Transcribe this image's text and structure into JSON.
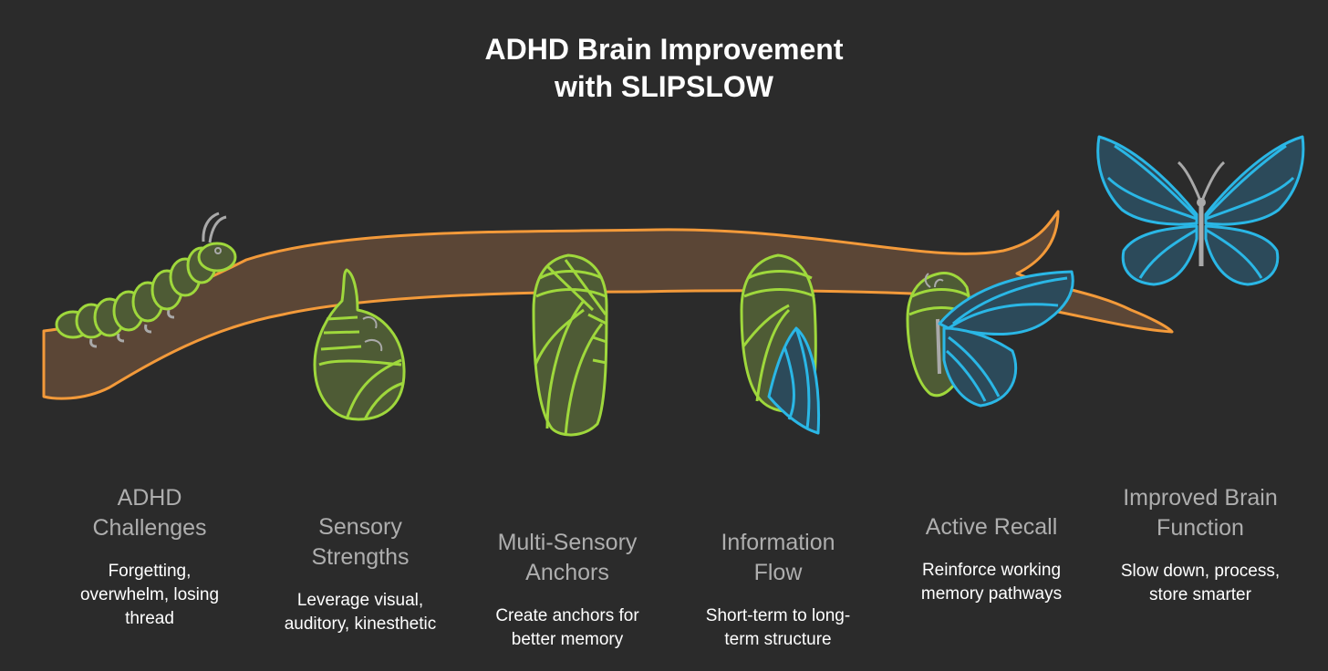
{
  "title": {
    "line1": "ADHD Brain Improvement",
    "line2": "with SLIPSLOW"
  },
  "colors": {
    "background": "#2b2b2b",
    "branch_fill": "#5b4636",
    "branch_stroke": "#f39a3a",
    "caterpillar_green": "#9fd83c",
    "butterfly_blue": "#2ab7e6",
    "gray_detail": "#a9a9a9"
  },
  "stages": [
    {
      "icon": "caterpillar-icon",
      "title_lines": [
        "ADHD",
        "Challenges"
      ],
      "desc_lines": [
        "Forgetting,",
        "overwhelm, losing",
        "thread"
      ]
    },
    {
      "icon": "early-chrysalis-icon",
      "title_lines": [
        "Sensory",
        "Strengths"
      ],
      "desc_lines": [
        "Leverage visual,",
        "auditory, kinesthetic"
      ]
    },
    {
      "icon": "chrysalis-icon",
      "title_lines": [
        "Multi-Sensory",
        "Anchors"
      ],
      "desc_lines": [
        "Create anchors for",
        "better memory"
      ]
    },
    {
      "icon": "chrysalis-wing-icon",
      "title_lines": [
        "Information",
        "Flow"
      ],
      "desc_lines": [
        "Short-term to long-",
        "term structure"
      ]
    },
    {
      "icon": "emerging-butterfly-icon",
      "title_lines": [
        "Active Recall"
      ],
      "desc_lines": [
        "Reinforce working",
        "memory pathways"
      ]
    },
    {
      "icon": "butterfly-icon",
      "title_lines": [
        "Improved Brain",
        "Function"
      ],
      "desc_lines": [
        "Slow down, process,",
        "store smarter"
      ]
    }
  ]
}
